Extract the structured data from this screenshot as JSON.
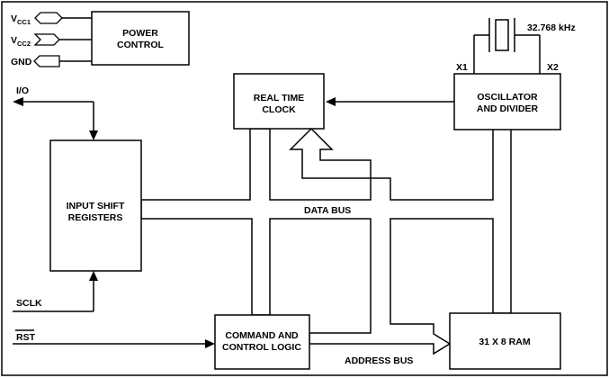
{
  "pins": {
    "vcc1": {
      "base": "V",
      "sub": "CC1"
    },
    "vcc2": {
      "base": "V",
      "sub": "CC2"
    },
    "gnd": "GND",
    "io": "I/O",
    "sclk": "SCLK",
    "rst": "RST"
  },
  "blocks": {
    "power_control": [
      "POWER",
      "CONTROL"
    ],
    "real_time_clock": [
      "REAL TIME",
      "CLOCK"
    ],
    "oscillator": [
      "OSCILLATOR",
      "AND DIVIDER"
    ],
    "input_shift": [
      "INPUT SHIFT",
      "REGISTERS"
    ],
    "command_logic": [
      "COMMAND AND",
      "CONTROL LOGIC"
    ],
    "ram": "31 X 8 RAM"
  },
  "crystal": {
    "frequency": "32.768 kHz",
    "x1": "X1",
    "x2": "X2"
  },
  "buses": {
    "data": "DATA BUS",
    "address": "ADDRESS BUS"
  }
}
